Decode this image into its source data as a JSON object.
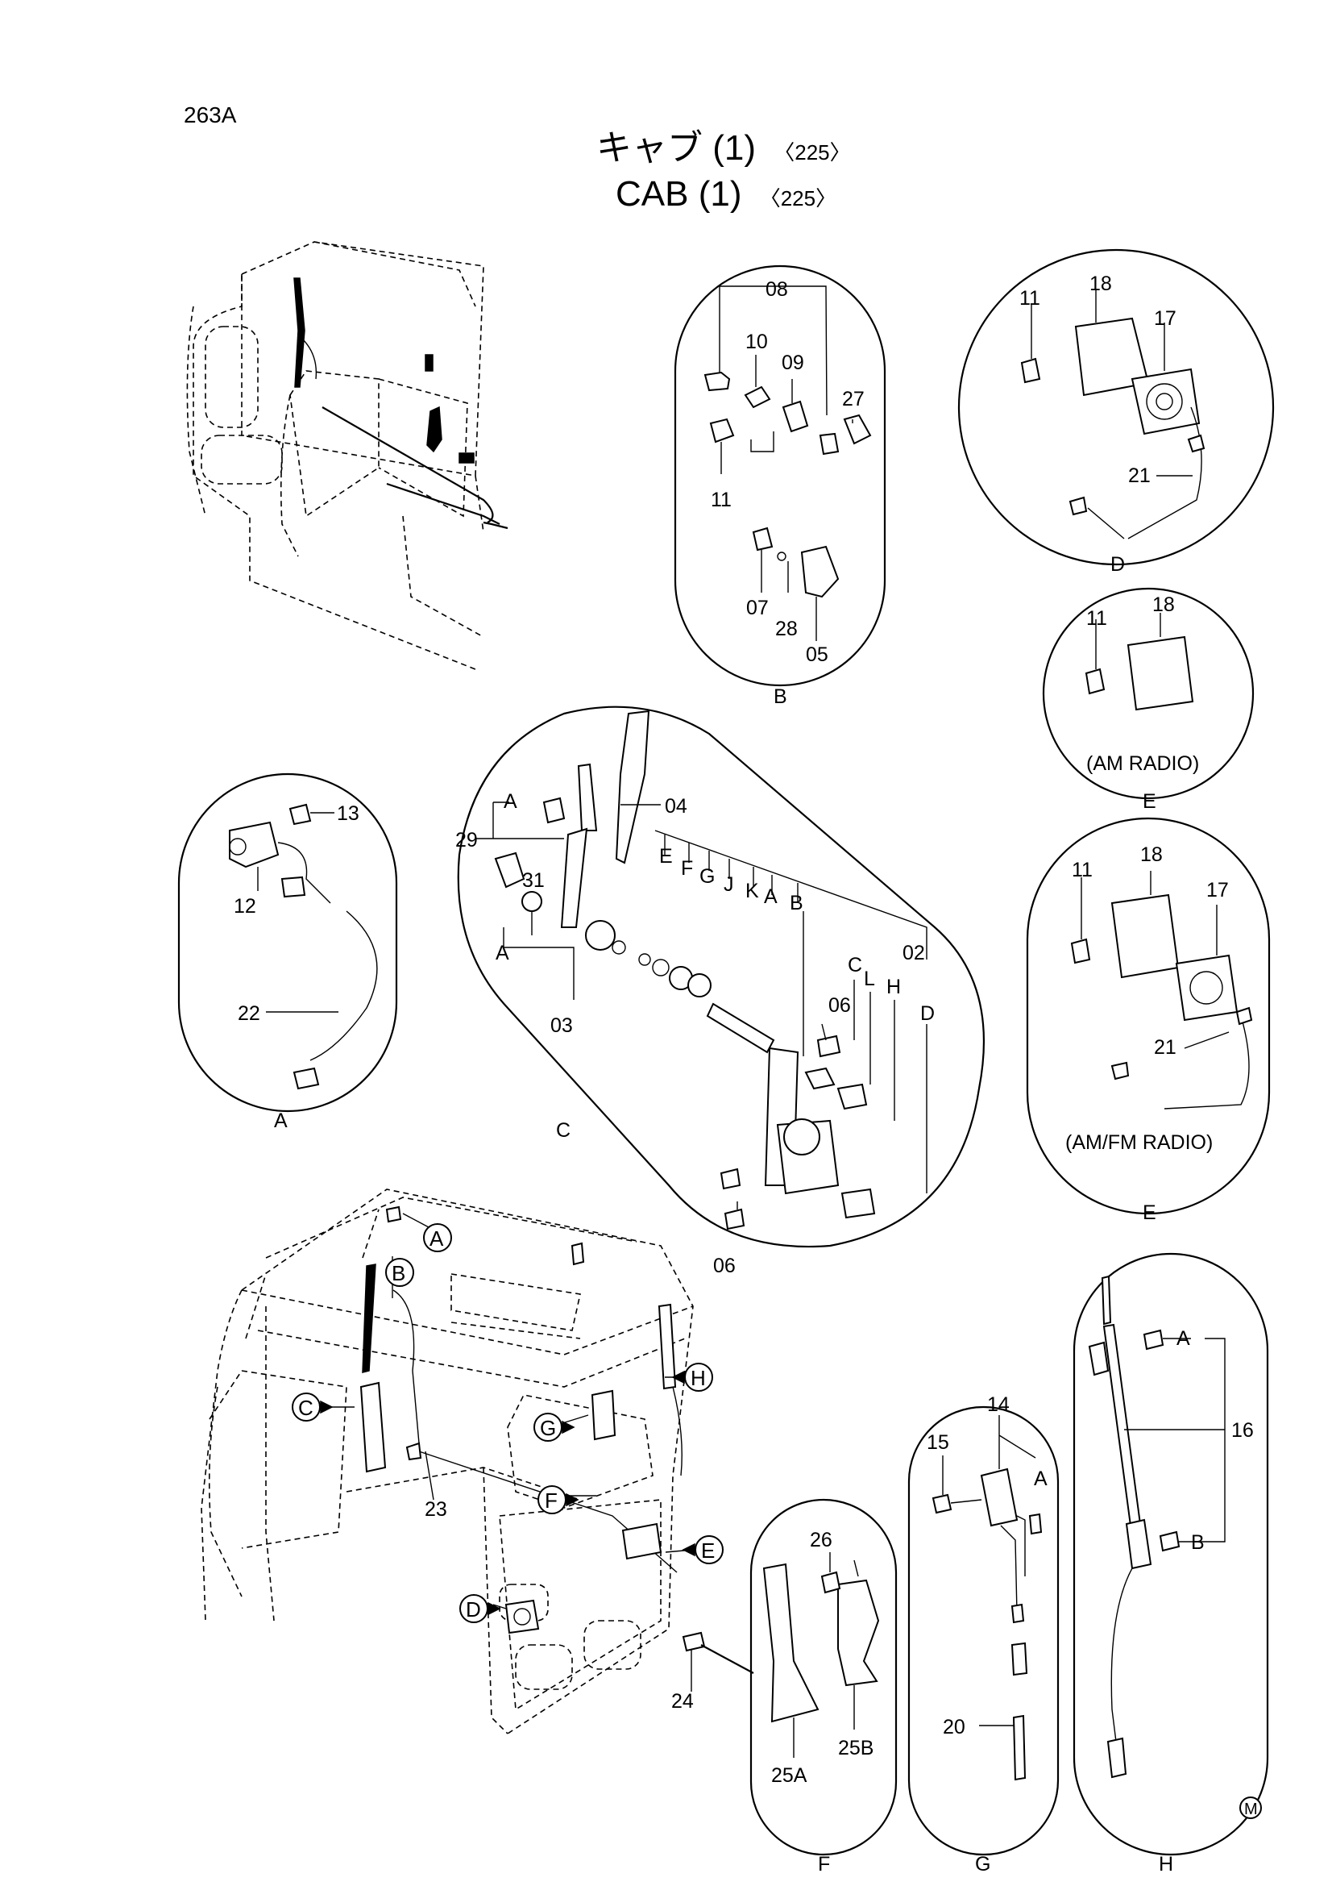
{
  "page_code": "263A",
  "title_jp": "キャブ (1)",
  "title_en": "CAB  (1)",
  "title_code": "〈225〉",
  "detail_labels": {
    "A": "A",
    "B": "B",
    "C": "C",
    "D": "D",
    "E": "E",
    "F": "F",
    "G": "G",
    "H": "H"
  },
  "detail_notes": {
    "E_am": "(AM RADIO)",
    "E_amfm": "(AM/FM RADIO)"
  },
  "main_callouts": [
    "A",
    "B",
    "C",
    "D",
    "E",
    "F",
    "G",
    "H"
  ],
  "part_numbers": {
    "b": [
      "08",
      "10",
      "09",
      "27",
      "11",
      "07",
      "28",
      "05"
    ],
    "d": [
      "11",
      "18",
      "17",
      "21"
    ],
    "e_am": [
      "11",
      "18"
    ],
    "e_amfm": [
      "11",
      "18",
      "17",
      "21"
    ],
    "a": [
      "13",
      "12",
      "22"
    ],
    "c": [
      "A",
      "29",
      "04",
      "31",
      "E",
      "F",
      "G",
      "J",
      "K",
      "A",
      "B",
      "C",
      "L",
      "H",
      "02",
      "D",
      "A",
      "03",
      "06",
      "06"
    ],
    "main": [
      "23",
      "24"
    ],
    "f": [
      "26",
      "25A",
      "25B"
    ],
    "g": [
      "14",
      "15",
      "A",
      "20"
    ],
    "h": [
      "A",
      "16",
      "B"
    ]
  },
  "footer_mark": "M",
  "colors": {
    "ink": "#000000",
    "paper": "#ffffff"
  }
}
